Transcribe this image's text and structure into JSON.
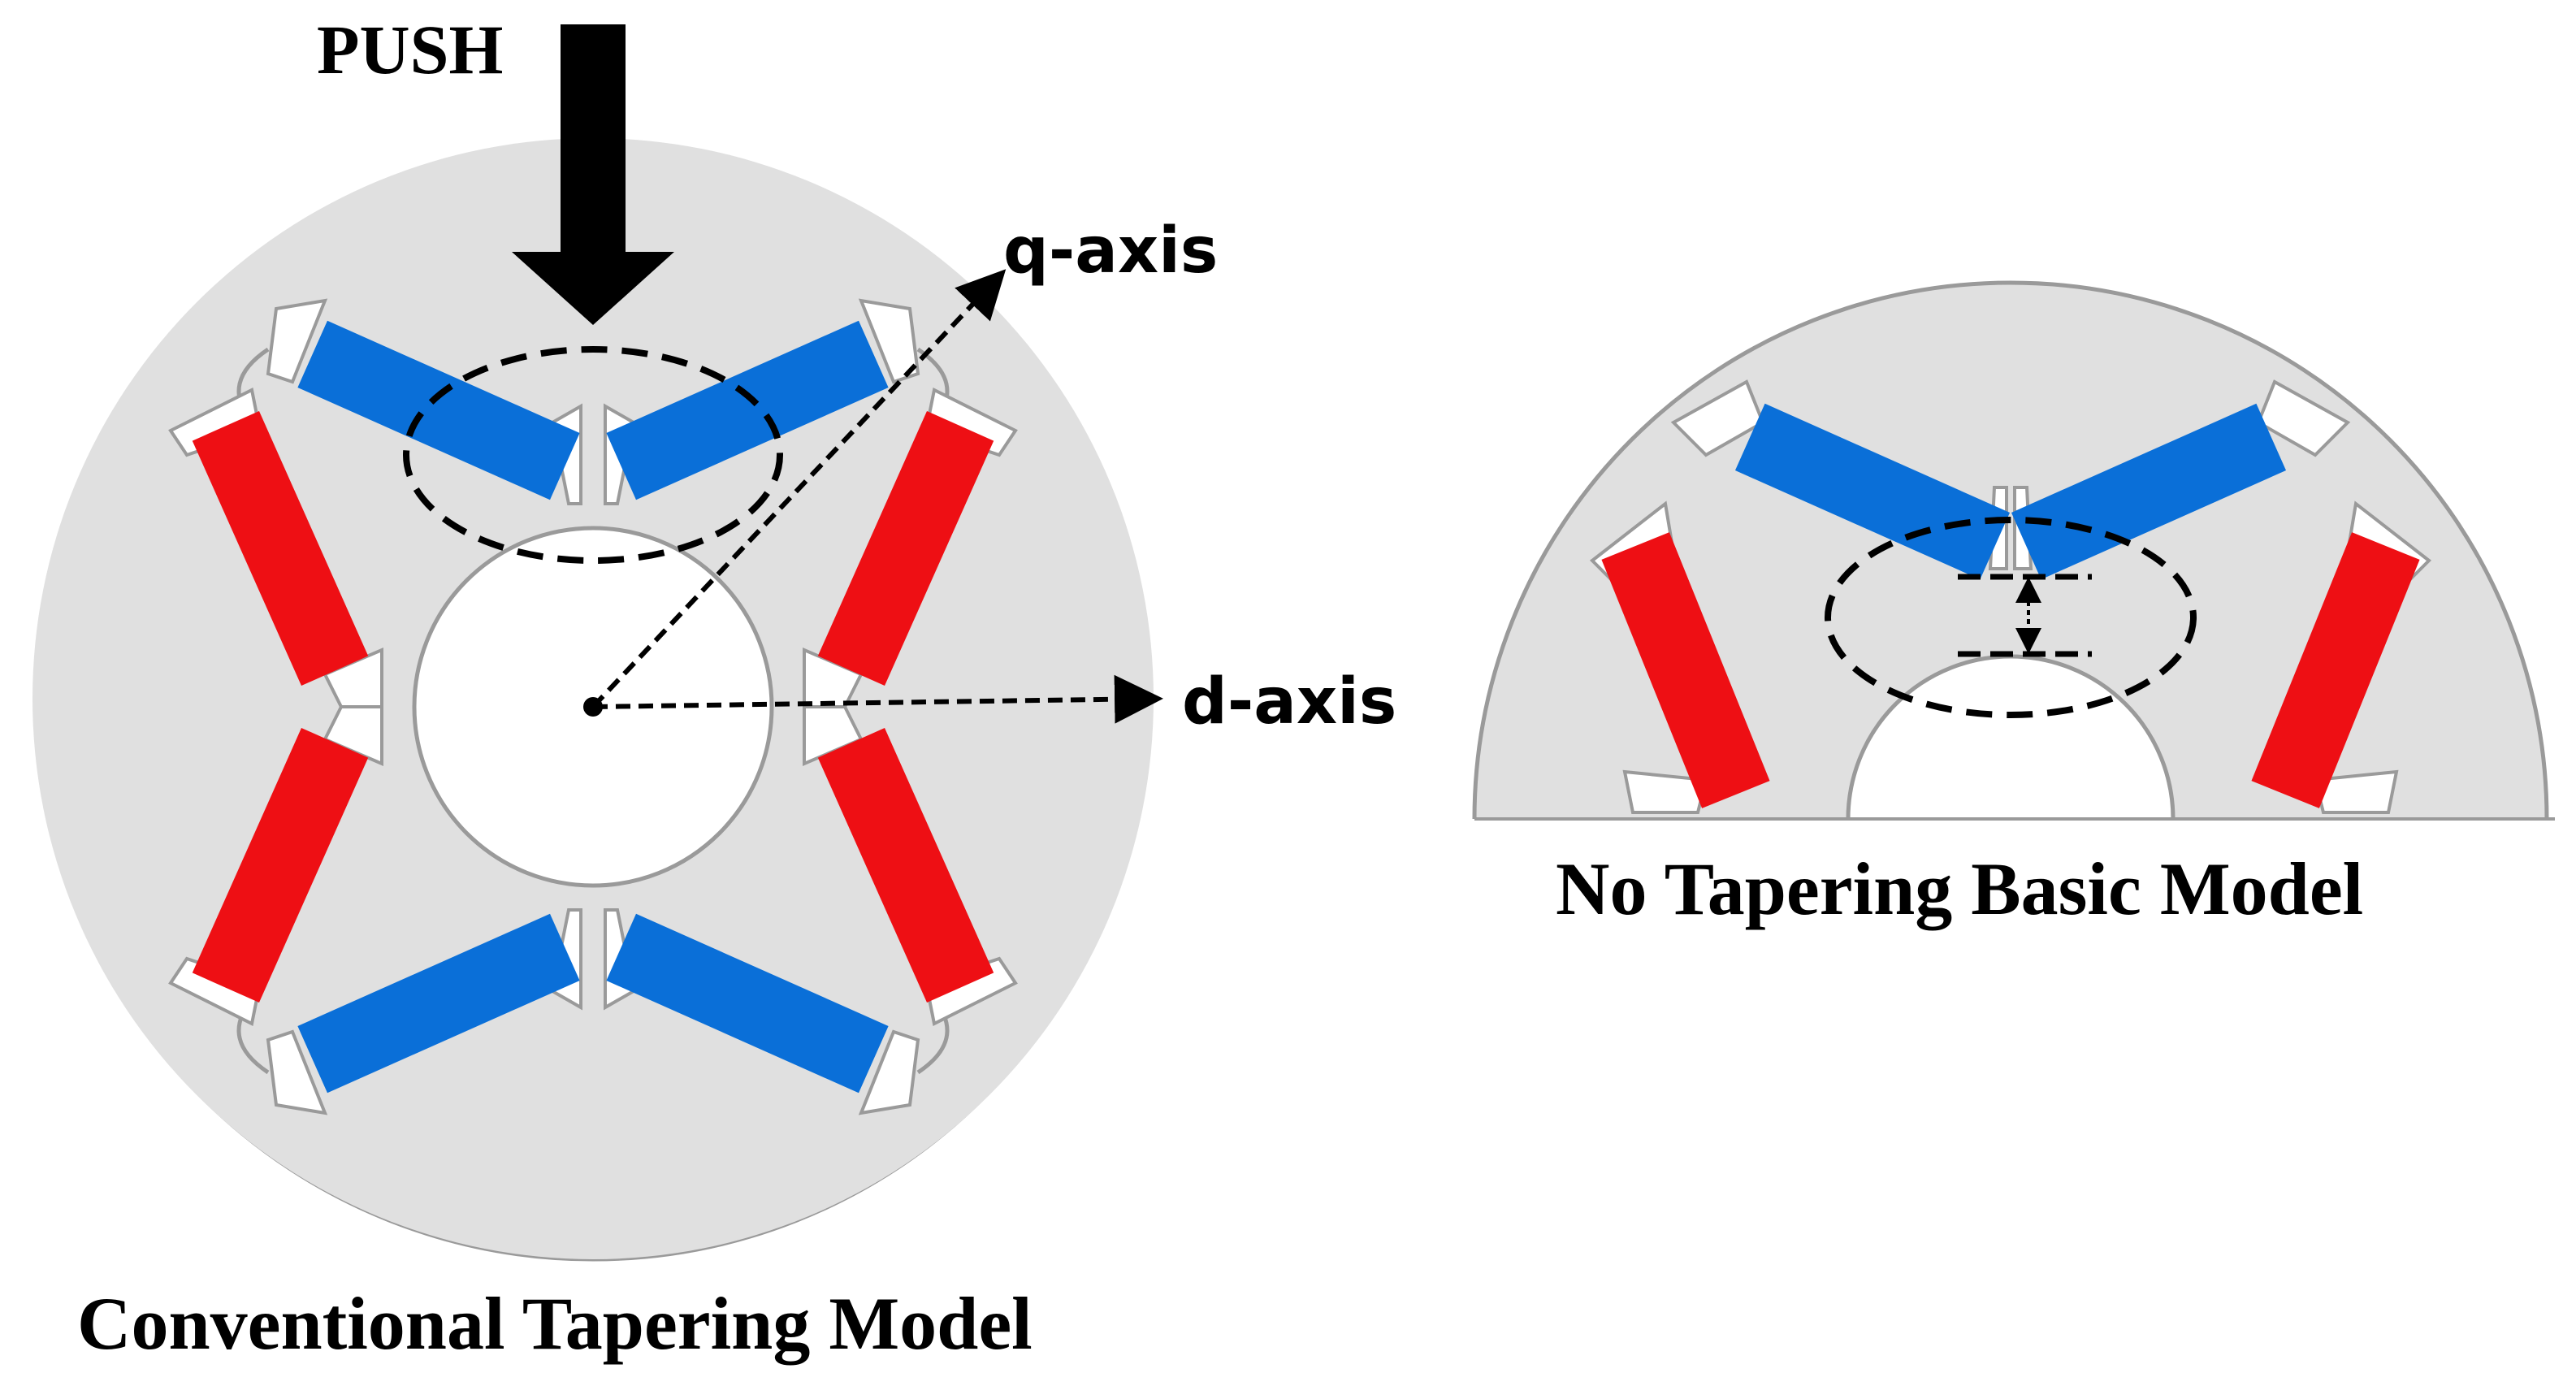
{
  "labels": {
    "push": "PUSH",
    "q_axis": "q-axis",
    "d_axis": "d-axis",
    "left_caption": "Conventional Tapering Model",
    "right_caption": "No Tapering Basic Model"
  },
  "colors": {
    "rotor_fill": "#e0e0e0",
    "rotor_outline": "#9a9a9a",
    "magnet_blue": "#0a6fd8",
    "magnet_red": "#ee0f14",
    "barrier": "#ffffff",
    "annotation": "#000000"
  }
}
